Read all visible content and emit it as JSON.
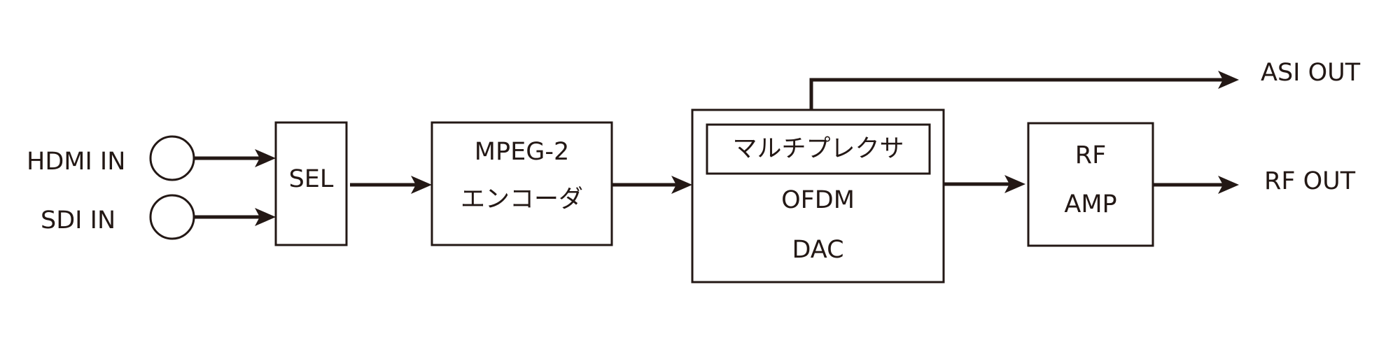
{
  "inputs": {
    "hdmi": "HDMI IN",
    "sdi": "SDI IN"
  },
  "blocks": {
    "sel": "SEL",
    "encoder_line1": "MPEG-2",
    "encoder_line2": "エンコーダ",
    "multiplexer": "マルチプレクサ",
    "ofdm": "OFDM",
    "dac": "DAC",
    "rf_amp_line1": "RF",
    "rf_amp_line2": "AMP"
  },
  "outputs": {
    "asi": "ASI OUT",
    "rf": "RF OUT"
  }
}
